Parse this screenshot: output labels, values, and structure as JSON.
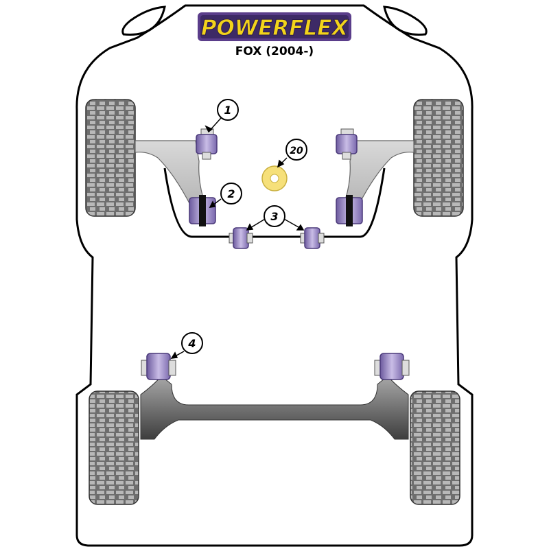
{
  "brand": {
    "name": "POWERFLEX",
    "model": "FOX (2004-)"
  },
  "callouts": [
    {
      "label": "1",
      "part": "front-wishbone-front-bush"
    },
    {
      "label": "2",
      "part": "front-wishbone-rear-bush"
    },
    {
      "label": "3",
      "part": "front-anti-roll-bar-bush"
    },
    {
      "label": "4",
      "part": "rear-beam-mount-bush"
    },
    {
      "label": "20",
      "part": "engine-mount-insert"
    }
  ],
  "colors": {
    "bush_purple": "#9a86c4",
    "bush_dark_purple": "#4b3a7a",
    "logo_yellow": "#f2d31b",
    "logo_purple": "#5a3d8a",
    "insert_yellow": "#f6e07a",
    "tyre_grey": "#8a8a8a",
    "arm_grey": "#c9c9c9",
    "beam_grey": "#555555"
  }
}
